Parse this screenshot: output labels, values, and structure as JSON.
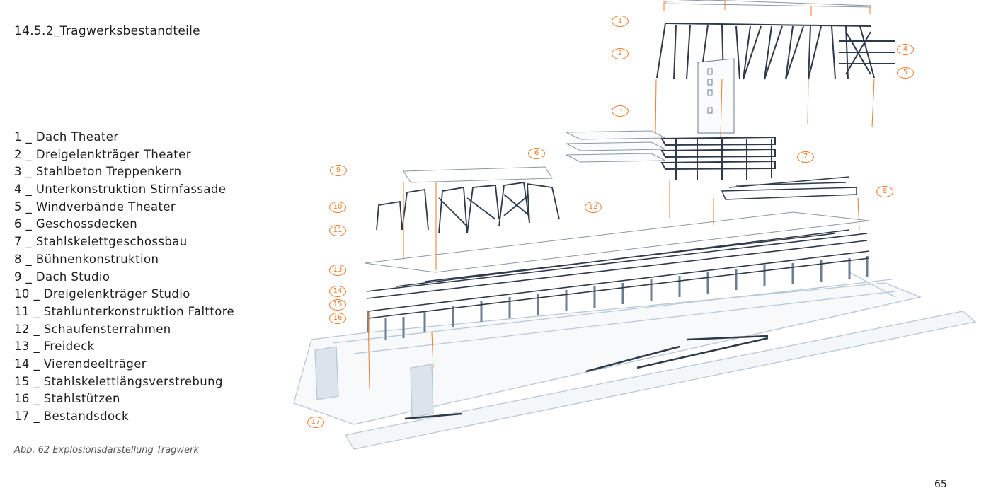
{
  "heading": "14.5.2_Tragwerksbestandteile",
  "legend": [
    "1 _ Dach Theater",
    "2 _ Dreigelenkträger Theater",
    "3 _ Stahlbeton Treppenkern",
    "4 _ Unterkonstruktion Stirnfassade",
    "5 _ Windverbände Theater",
    "6 _ Geschossdecken",
    "7 _ Stahlskelettgeschossbau",
    "8 _ Bühnenkonstruktion",
    "9 _ Dach Studio",
    "10 _ Dreigelenkträger Studio",
    "11 _ Stahlunterkonstruktion Falttore",
    "12 _ Schaufensterrahmen",
    "13 _ Freideck",
    "14 _ Vierendeelträger",
    "15 _ Stahlskelettlängsverstrebung",
    "16 _ Stahlstützen",
    "17 _ Bestandsdock"
  ],
  "markers": [
    "1",
    "2",
    "3",
    "4",
    "5",
    "6",
    "7",
    "8",
    "9",
    "10",
    "11",
    "12",
    "13",
    "14",
    "15",
    "16",
    "17"
  ],
  "caption": "Abb. 62 Explosionsdarstellung Tragwerk",
  "page_number": "65",
  "colors": {
    "accent": "#f07a2a",
    "steel": "#2e3a4a",
    "dock": "#b9c8d6"
  }
}
